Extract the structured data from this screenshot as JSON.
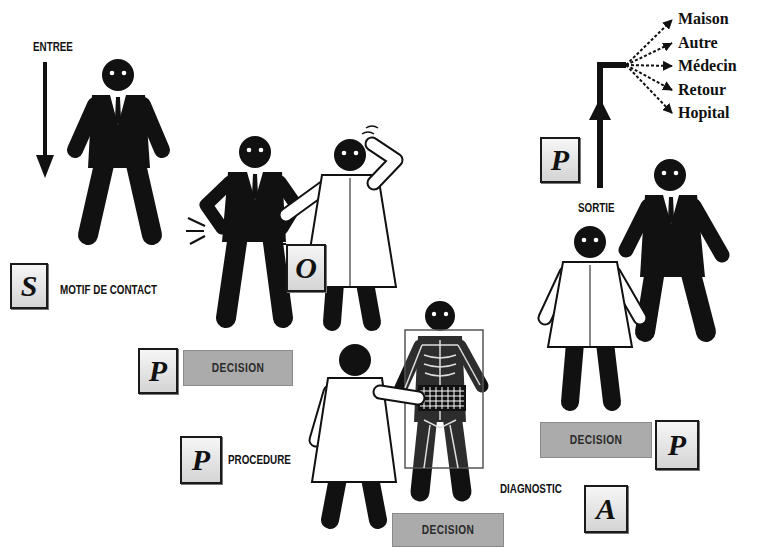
{
  "diagram": {
    "nodes": [
      {
        "text": [
          "S"
        ]
      },
      {
        "text": [
          "O"
        ]
      },
      {
        "text": [
          "P"
        ]
      },
      {
        "text": [
          "DECISION"
        ]
      },
      {
        "text": [
          "P"
        ]
      },
      {
        "text": [
          "DECISION"
        ]
      },
      {
        "text": [
          "A"
        ]
      },
      {
        "text": [
          "DECISION"
        ]
      },
      {
        "text": [
          "P"
        ]
      },
      {
        "text": [
          "P"
        ]
      }
    ],
    "labels": [
      "ENTREE",
      "MOTIF DE CONTACT",
      "PROCEDURE",
      "DIAGNOSTIC",
      "SORTIE",
      "Maison",
      "Autre",
      "Médecin",
      "Retour",
      "Hopital"
    ]
  }
}
